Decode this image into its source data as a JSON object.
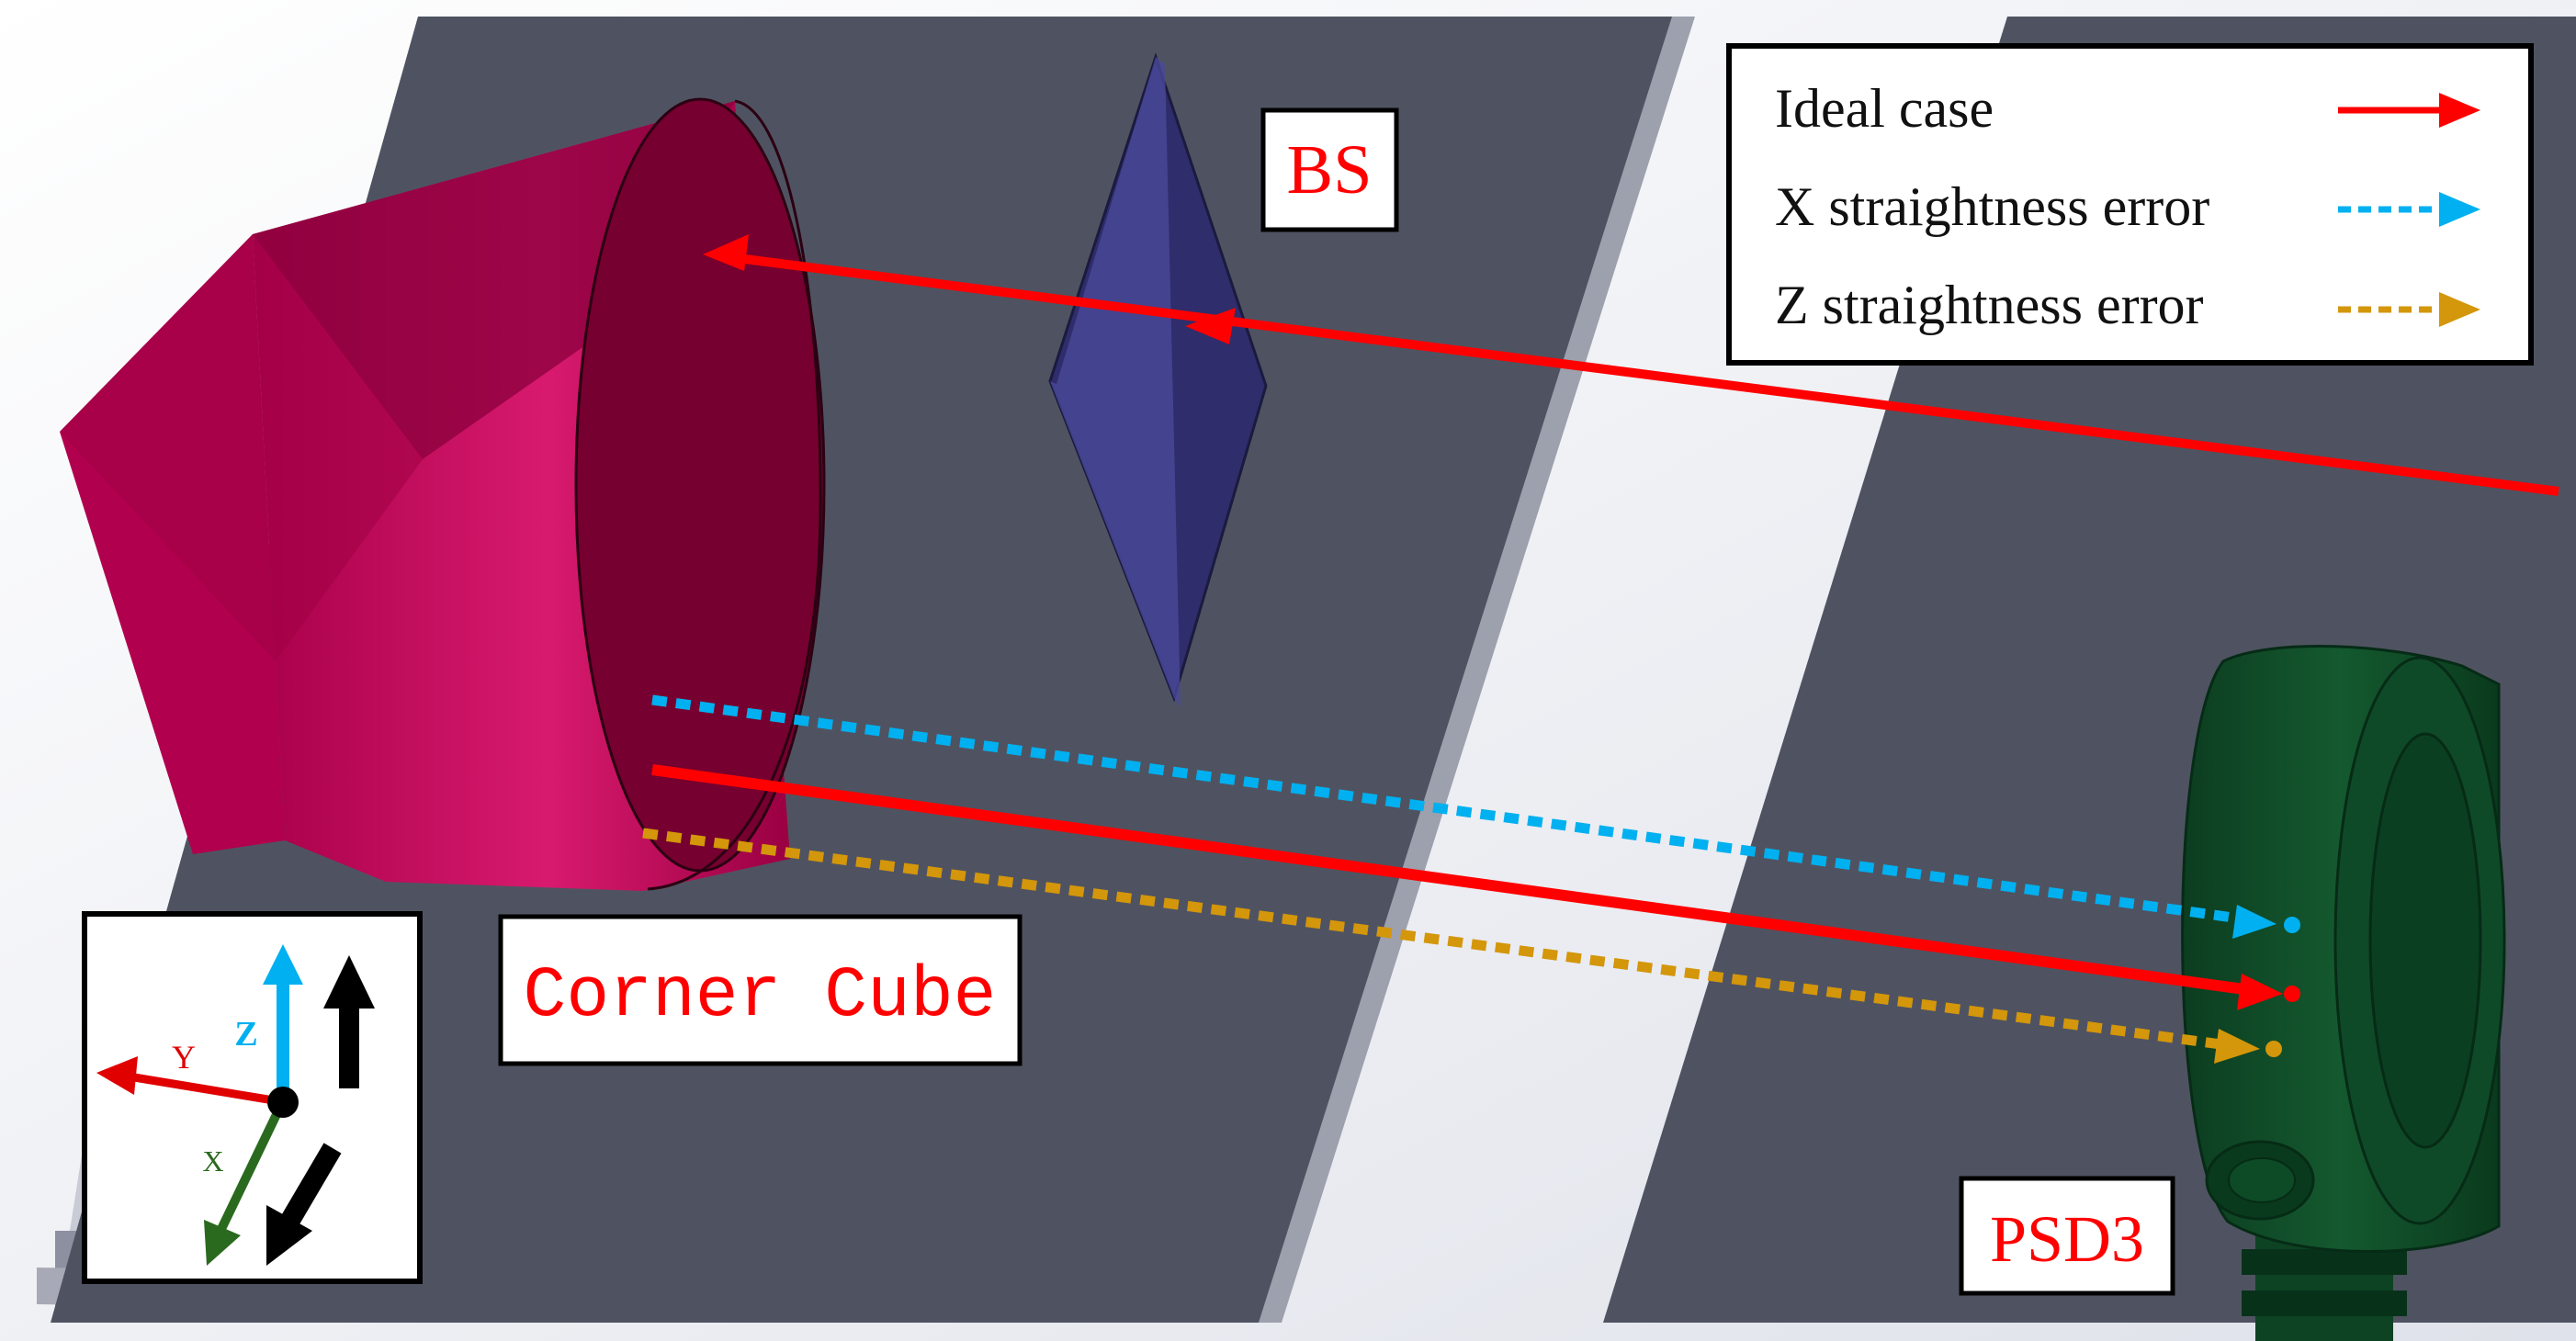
{
  "labels": {
    "bs": "BS",
    "corner_cube": "Corner Cube",
    "psd": "PSD3"
  },
  "legend": {
    "items": [
      {
        "label": "Ideal case",
        "color": "#ff0000",
        "style": "solid"
      },
      {
        "label": "X straightness error",
        "color": "#00b0f0",
        "style": "dashed"
      },
      {
        "label": "Z straightness error",
        "color": "#d4960a",
        "style": "dashed"
      }
    ]
  },
  "axes": {
    "y_label": "Y",
    "z_label": "Z",
    "x_label": "X"
  },
  "colors": {
    "rail": "#4f5361",
    "rail_edge": "#9da0ad",
    "corner_cube_light": "#b0004f",
    "corner_cube_dark": "#780033",
    "beam_splitter": "#2f2d6b",
    "psd": "#0f4a28",
    "label_text": "#ff0000"
  }
}
